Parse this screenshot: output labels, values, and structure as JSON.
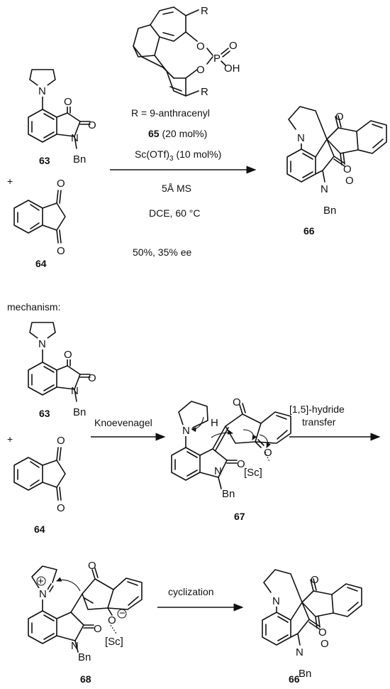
{
  "reaction": {
    "plus": "+",
    "catalyst": {
      "r_label": "R",
      "o_label": "O",
      "p_label": "P",
      "oh_label": "OH",
      "r_def": "R = 9-anthracenyl",
      "num": "65",
      "loading": " (20 mol%)"
    },
    "lewis_acid_main": "Sc(OTf)",
    "lewis_acid_sub": "3",
    "lewis_acid_tail": " (10 mol%)",
    "sieves": "5Å MS",
    "solvent": "DCE, 60 °C",
    "result": "50%, 35% ee"
  },
  "compounds": {
    "c63": "63",
    "c64": "64",
    "c66": "66",
    "c67": "67",
    "c68": "68"
  },
  "atoms": {
    "n": "N",
    "o": "O",
    "bn": "Bn",
    "h": "H",
    "sc": "[Sc]",
    "plus_charge": "+",
    "minus_charge": "−"
  },
  "mechanism": {
    "heading": "mechanism:",
    "plus": "+",
    "step1": "Knoevenagel",
    "step2_line1": "[1,5]-hydride",
    "step2_line2": "transfer",
    "step3": "cyclization"
  }
}
